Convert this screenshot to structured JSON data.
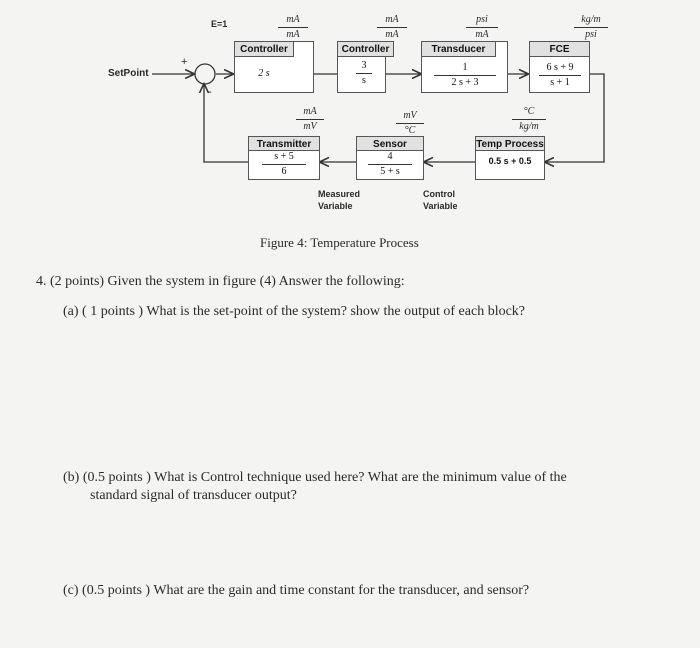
{
  "diagram": {
    "gain_label": "E=1",
    "setpoint_label": "SetPoint",
    "sum_plus": "+",
    "sum_minus": "-",
    "top_units": [
      {
        "num": "mA",
        "den": "mA"
      },
      {
        "num": "mA",
        "den": "mA"
      },
      {
        "num": "psi",
        "den": "mA"
      },
      {
        "num": "kg/m",
        "den": "psi"
      }
    ],
    "forward_blocks": [
      {
        "header": "Controller",
        "tf": "2 s"
      },
      {
        "header": "Controller",
        "num": "3",
        "den": "s"
      },
      {
        "header": "Transducer",
        "num": "1",
        "den": "2 s + 3"
      },
      {
        "header": "FCE",
        "num": "6 s + 9",
        "den": "s + 1"
      }
    ],
    "bottom_units": [
      {
        "num": "mA",
        "den": "mV"
      },
      {
        "num": "mV",
        "den": "°C"
      },
      {
        "num": "°C",
        "den": "kg/m"
      }
    ],
    "feedback_blocks": [
      {
        "header": "Transmitter",
        "num": "s + 5",
        "den": "6"
      },
      {
        "header": "Sensor",
        "num": "4",
        "den": "5 + s"
      },
      {
        "header": "Temp Process",
        "tf": "0.5 s + 0.5"
      }
    ],
    "measured_variable": [
      "Measured",
      "Variable"
    ],
    "control_variable": [
      "Control",
      "Variable"
    ]
  },
  "caption": "Figure 4: Temperature Process",
  "question": {
    "intro": "4. (2 points) Given the system in figure (4) Answer the following:",
    "a": "(a) ( 1 points ) What is the set-point of the system? show the output of each block?",
    "b_line1": "(b) (0.5 points ) What is Control technique used here? What are the minimum value of the",
    "b_line2": "standard signal of transducer output?",
    "c": "(c) (0.5 points ) What are the gain and time constant for the transducer, and sensor?"
  }
}
